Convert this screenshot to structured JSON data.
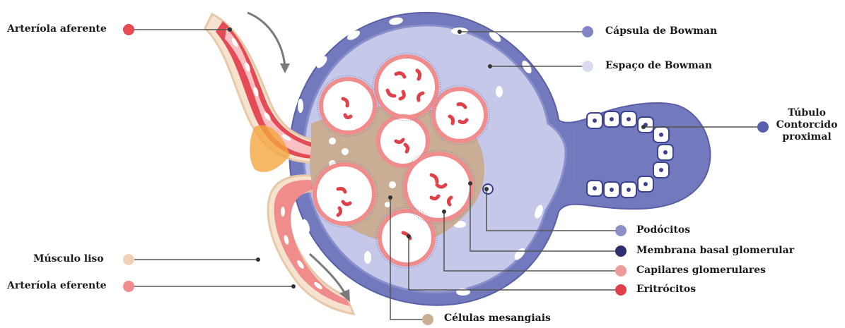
{
  "labels": {
    "arteriola_aferente": "Arteríola aferente",
    "musculo_liso": "Músculo liso",
    "arteriola_eferente": "Arteríola eferente",
    "capsula_bowman": "Cápsula de Bowman",
    "espaco_bowman": "Espaço de Bowman",
    "tubulo": "Túbulo\nContorcido\nproximal",
    "podocitos": "Podócitos",
    "membrana": "Membrana basal glomerular",
    "capilares": "Capilares glomerulares",
    "eritrocitos": "Eritrócitos",
    "mesangiais": "Células mesangiais"
  },
  "colors": {
    "capsula_bowman": "#7f86c6",
    "espaco_bowman": "#d9dcf0",
    "tubulo": "#5a5fb0",
    "podocitos": "#8d90c8",
    "membrana": "#2b2f6e",
    "capilares": "#f09a9a",
    "eritrocitos": "#e0404a",
    "arteriola_aferente": "#e54b55",
    "musculo_liso": "#f1d2b8",
    "arteriola_eferente": "#f08c8c",
    "mesangiais": "#c9ad94"
  }
}
